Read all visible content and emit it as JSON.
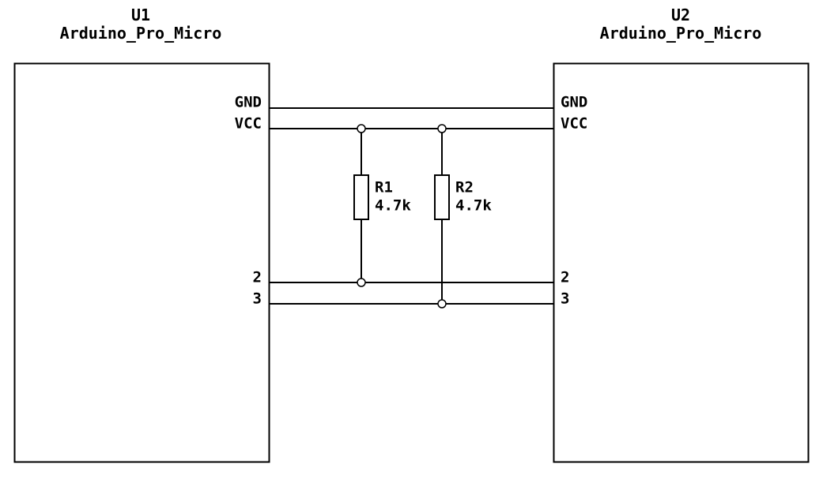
{
  "diagram_type": "circuit-schematic",
  "colors": {
    "line": "#000000",
    "background": "#ffffff"
  },
  "u1": {
    "ref": "U1",
    "value": "Arduino_Pro_Micro",
    "pins": {
      "gnd": "GND",
      "vcc": "VCC",
      "p2": "2",
      "p3": "3"
    }
  },
  "u2": {
    "ref": "U2",
    "value": "Arduino_Pro_Micro",
    "pins": {
      "gnd": "GND",
      "vcc": "VCC",
      "p2": "2",
      "p3": "3"
    }
  },
  "r1": {
    "ref": "R1",
    "value": "4.7k"
  },
  "r2": {
    "ref": "R2",
    "value": "4.7k"
  },
  "nets": [
    {
      "connects": [
        "U1.GND",
        "U2.GND"
      ]
    },
    {
      "connects": [
        "U1.VCC",
        "U2.VCC",
        "R1.top",
        "R2.top"
      ]
    },
    {
      "connects": [
        "U1.2",
        "U2.2",
        "R1.bottom"
      ]
    },
    {
      "connects": [
        "U1.3",
        "U2.3",
        "R2.bottom"
      ]
    }
  ]
}
